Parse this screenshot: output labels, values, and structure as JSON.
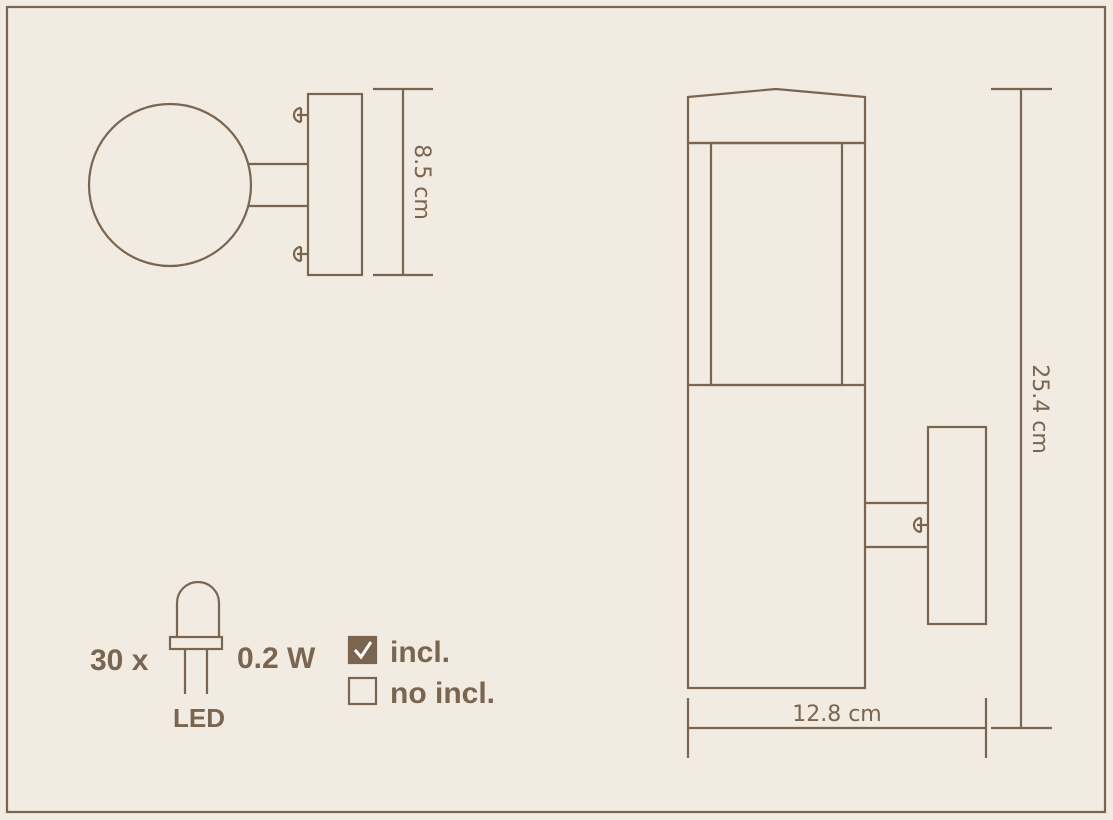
{
  "dimensions": {
    "depth": "8.5 cm",
    "height": "25.4 cm",
    "width": "12.8 cm"
  },
  "bulb": {
    "quantity": "30 x",
    "power": "0.2 W",
    "type": "LED"
  },
  "legend": {
    "included_label": "incl.",
    "not_included_label": "no incl.",
    "included_checked": true,
    "not_included_checked": false
  },
  "colors": {
    "background": "#f1ebe1",
    "line": "#7a6551",
    "checkbox_fill": "#7a6551"
  }
}
